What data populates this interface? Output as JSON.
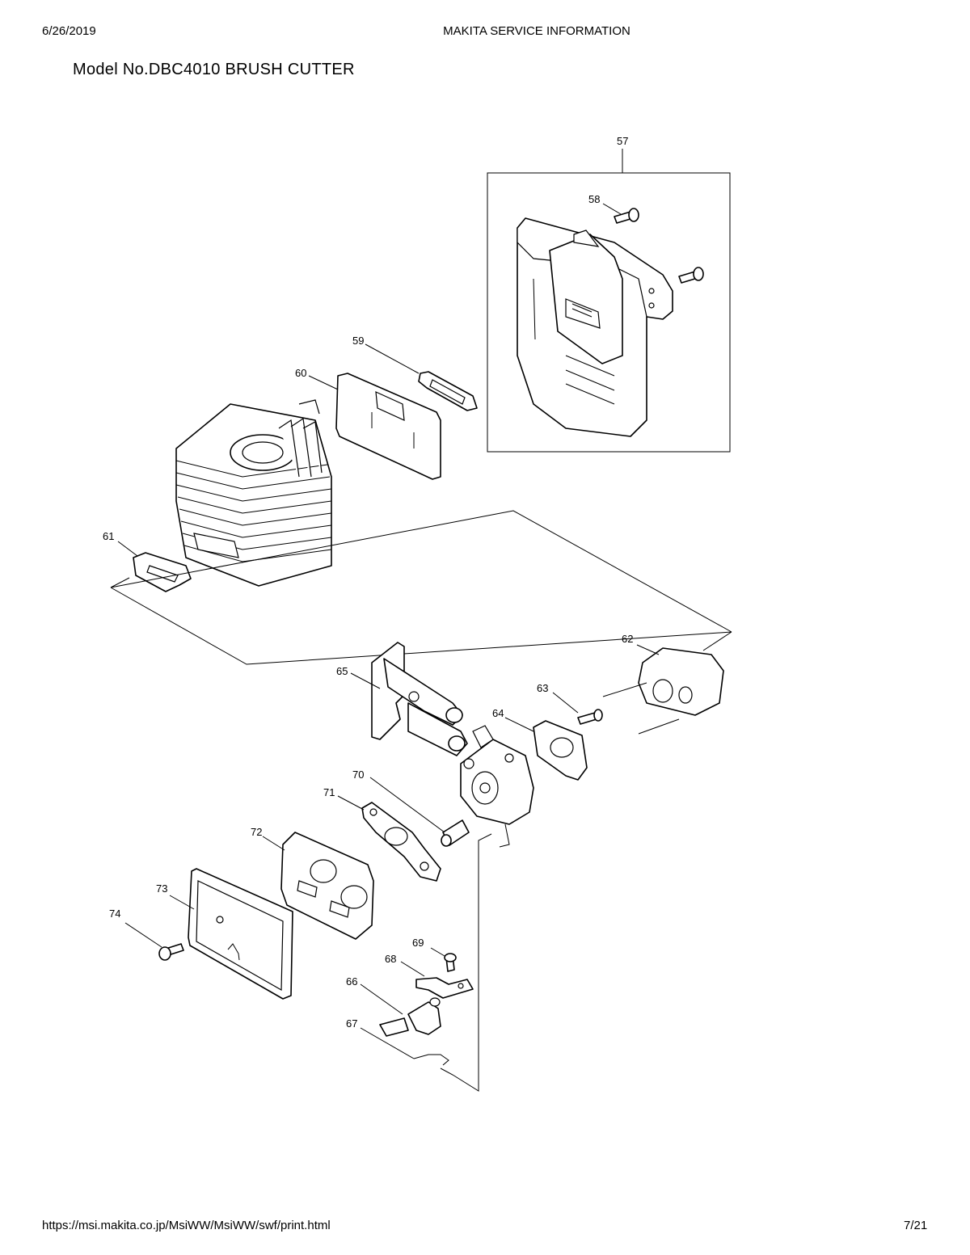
{
  "header": {
    "date": "6/26/2019",
    "title": "MAKITA SERVICE INFORMATION"
  },
  "model_title": "Model No.DBC4010 BRUSH CUTTER",
  "footer": {
    "url": "https://msi.makita.co.jp/MsiWW/MsiWW/swf/print.html",
    "page": "7/21"
  },
  "part_labels": {
    "p57": "57",
    "p58": "58",
    "p59": "59",
    "p60": "60",
    "p61": "61",
    "p62": "62",
    "p63": "63",
    "p64": "64",
    "p65": "65",
    "p66": "66",
    "p67": "67",
    "p68": "68",
    "p69": "69",
    "p70": "70",
    "p71": "71",
    "p72": "72",
    "p73": "73",
    "p74": "74"
  }
}
